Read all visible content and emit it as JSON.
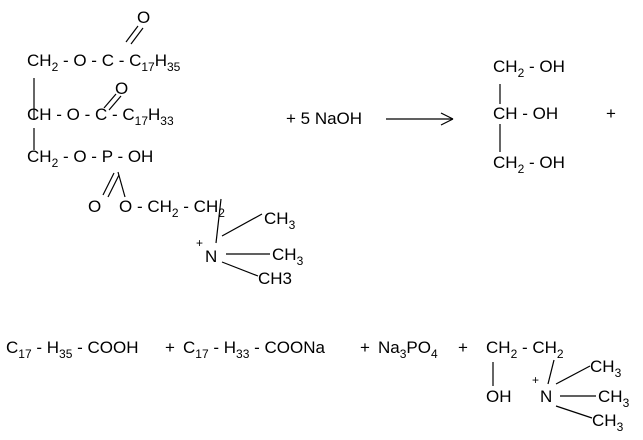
{
  "diagram": {
    "reactant": {
      "row1": {
        "ch2": "CH",
        "sub2": "2",
        "seg": " - O - C - C",
        "sub17": "17",
        "h": "H",
        "sub35": "35"
      },
      "row1_carbonyl_o": "O",
      "row2": {
        "ch": "CH - O - C - C",
        "sub17": "17",
        "h": "H",
        "sub33": "33"
      },
      "row2_carbonyl_o": "O",
      "row3": {
        "ch2": "CH",
        "sub2": "2",
        "seg": " - O - P - OH"
      },
      "phosphoryl_o": "O",
      "row4": {
        "o": "O - CH",
        "sub2a": "2",
        "dash": " - CH",
        "sub2b": "2"
      },
      "choline_plus": "+",
      "choline_n": "N",
      "ch3_a": {
        "ch": "CH",
        "sub": "3"
      },
      "ch3_b": {
        "ch": "CH",
        "sub": "3"
      },
      "ch3_c": "CH3"
    },
    "reagent": "+ 5 NaOH",
    "glycerol": {
      "row1": {
        "ch2": "CH",
        "sub2": "2",
        "rest": " - OH"
      },
      "row2": "CH - OH",
      "row3": {
        "ch2": "CH",
        "sub2": "2",
        "rest": " - OH"
      }
    },
    "plus_end": "+",
    "products": {
      "stearic": {
        "c": "C",
        "sub17": "17",
        "h": " - H",
        "sub35": "35",
        "rest": " - COOH"
      },
      "plus1": "+",
      "oleate": {
        "c": "C",
        "sub17": "17",
        "h": " - H",
        "sub33": "33",
        "rest": " - COONa"
      },
      "plus2": "+",
      "phosphate": {
        "na": "Na",
        "sub3": "3",
        "po": "PO",
        "sub4": "4"
      },
      "plus3": "+",
      "choline": {
        "ch2a": "CH",
        "sub2a": "2",
        "dash": " - CH",
        "sub2b": "2",
        "oh": "OH",
        "plus": "+",
        "n": "N",
        "ch3_a": {
          "ch": "CH",
          "sub": "3"
        },
        "ch3_b": {
          "ch": "CH",
          "sub": "3"
        },
        "ch3_c": {
          "ch": "CH",
          "sub": "3"
        }
      }
    }
  }
}
